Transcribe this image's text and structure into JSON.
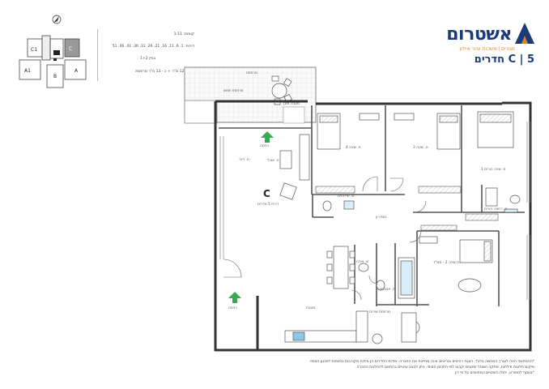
{
  "header": {
    "floors": "קומות: 1-11",
    "apartments": "דירות: 1, 6, 11, 16, 21, 26, 31, 36, 41, 46, 51",
    "building": "בניין 1+2",
    "area": "כ – 122 מ\"ר + כ - 13 מ\"ר מרפסת"
  },
  "keyplan": {
    "labels": [
      "C1",
      "C",
      "A1",
      "B",
      "A"
    ]
  },
  "brand": {
    "name": "אשטרום",
    "tagline": "מגורים | משכנת עוזר איילון",
    "type_title": "C | 5 חדרים"
  },
  "plan": {
    "unit_letter": "C",
    "unit_desc": "דירת 5 חדרים",
    "rooms": [
      {
        "key": "balcony",
        "label": "מרפסת"
      },
      {
        "key": "balcony_sun",
        "label": "מרפסת שמש"
      },
      {
        "key": "ac",
        "label": "מעבה מזגן"
      },
      {
        "key": "entrance1",
        "label": "כניסה"
      },
      {
        "key": "dining",
        "label": "פ. אוכל"
      },
      {
        "key": "living",
        "label": "ח. דיור"
      },
      {
        "key": "bed4",
        "label": "ח. שינה 4"
      },
      {
        "key": "bed3",
        "label": "ח. שינה 3"
      },
      {
        "key": "master",
        "label": "ח. שינה הורים 1"
      },
      {
        "key": "wc",
        "label": "ש. שירותים"
      },
      {
        "key": "master_bath",
        "label": "ח. רחצה הורים"
      },
      {
        "key": "hall",
        "label": "מסדרון"
      },
      {
        "key": "guest_wc",
        "label": "ש. אורח"
      },
      {
        "key": "bath",
        "label": "ח. אמבטיה"
      },
      {
        "key": "mamad",
        "label": "ח.שינה 2 - ממ\"ד"
      },
      {
        "key": "laundry",
        "label": "מרפסת שירות"
      },
      {
        "key": "kitchen",
        "label": "מטבח"
      },
      {
        "key": "entrance2",
        "label": "כניסה"
      }
    ]
  },
  "footnote": {
    "line1": "*ההמחשה הינה לצורך המחשה בלבד. הצגת רהיטים ופריטים אינה מחייבת את החברה. מידות החדרים הן מידות מקורבות וכפופות לתכנון הסופי.",
    "line2": "מיקום חלונות ודלתות, מתקני חשמל ומזגנים יקבעו לפי התכנון הסופי, ניתן לבצע שינויים בהתאם להחלטת החברה.",
    "line3": "*בנוסף למפורט, יחולו השינויים המחויבים על פי דין."
  }
}
